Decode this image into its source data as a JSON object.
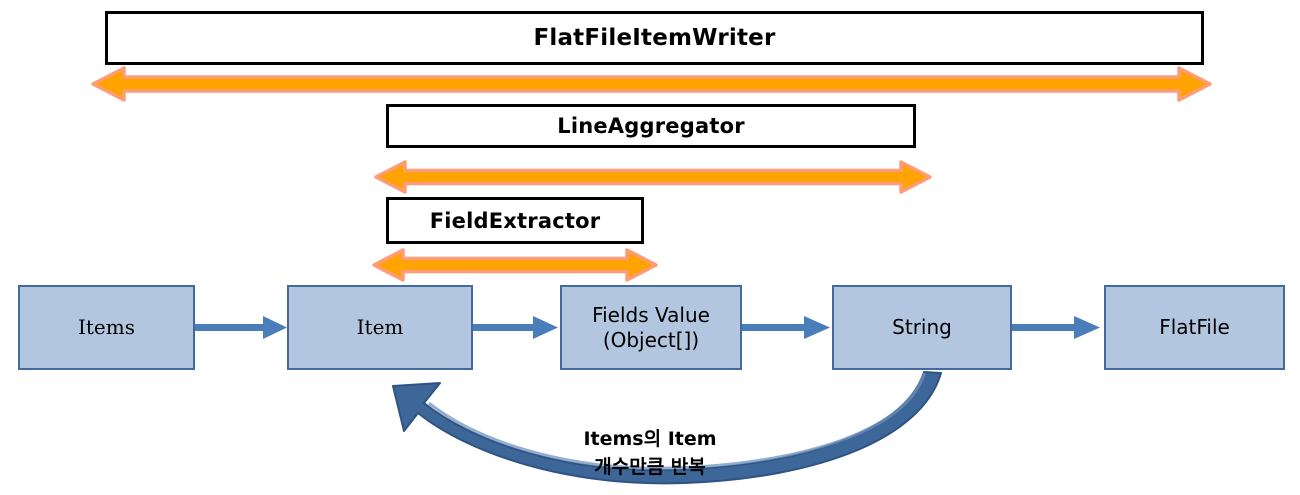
{
  "diagram": {
    "title": "FlatFileItemWriter pipeline",
    "colors": {
      "box_fill": "#b3c6e0",
      "box_border": "#44699b",
      "component_border": "#000000",
      "component_fill": "#ffffff",
      "scope_arrow_fill": "#ffa300",
      "scope_arrow_stroke": "#ff9c78",
      "flow_arrow": "#4a7ebb",
      "loop_arrow": "#3d6699",
      "text": "#000000"
    },
    "components": [
      {
        "label": "FlatFileItemWriter",
        "scope_from": "Items",
        "scope_to": "FlatFile"
      },
      {
        "label": "LineAggregator",
        "scope_from": "Item",
        "scope_to": "String"
      },
      {
        "label": "FieldExtractor",
        "scope_from": "Item",
        "scope_to": "Fields Value (Object[])"
      }
    ],
    "pipeline": [
      {
        "label": "Items",
        "sublabel": ""
      },
      {
        "label": "Item",
        "sublabel": ""
      },
      {
        "label": "Fields Value",
        "sublabel": "(Object[])"
      },
      {
        "label": "String",
        "sublabel": ""
      },
      {
        "label": "FlatFile",
        "sublabel": ""
      }
    ],
    "loop": {
      "line1": "Items의 Item",
      "line2": "개수만큼 반복",
      "from": "String",
      "to": "Item"
    },
    "icons": {
      "scope_arrow": "double-headed-arrow-icon",
      "flow_arrow": "right-arrow-icon",
      "loop_arrow": "curved-loop-arrow-icon"
    }
  }
}
